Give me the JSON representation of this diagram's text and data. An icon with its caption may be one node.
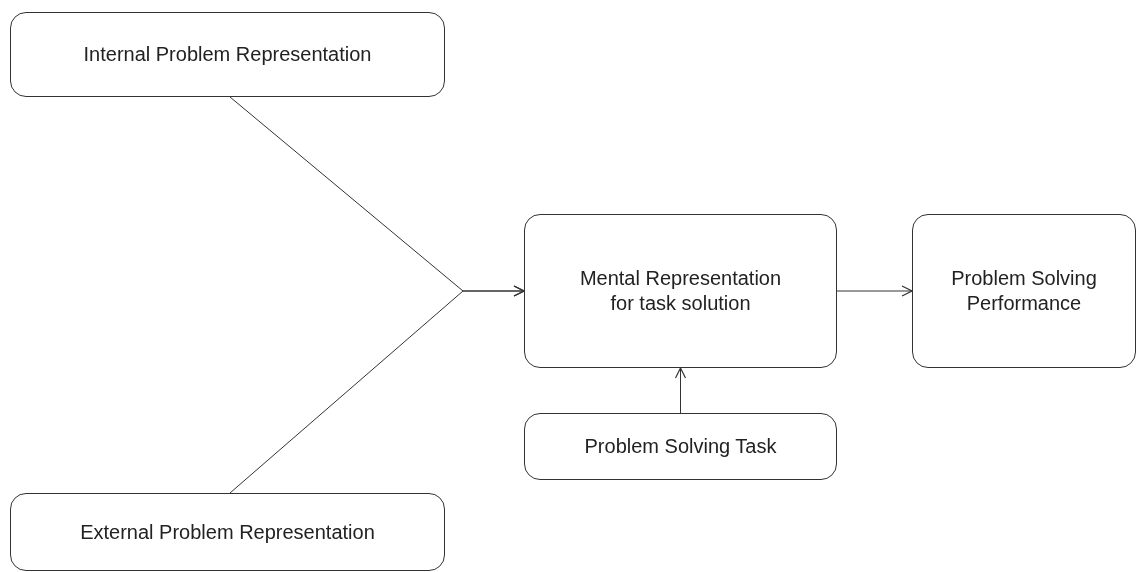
{
  "diagram": {
    "nodes": [
      {
        "text": [
          "Internal Problem Representation"
        ]
      },
      {
        "text": [
          "External Problem Representation"
        ]
      },
      {
        "text": [
          "Mental Representation for task solution"
        ]
      },
      {
        "text": [
          "Problem Solving Performance"
        ]
      },
      {
        "text": [
          "Problem Solving Task"
        ]
      }
    ],
    "edges": [
      {
        "from": 0,
        "to": 2,
        "arrow": "to"
      },
      {
        "from": 1,
        "to": 2,
        "arrow": "to"
      },
      {
        "from": 2,
        "to": 3,
        "arrow": "to"
      },
      {
        "from": 4,
        "to": 2,
        "arrow": "to"
      }
    ]
  }
}
